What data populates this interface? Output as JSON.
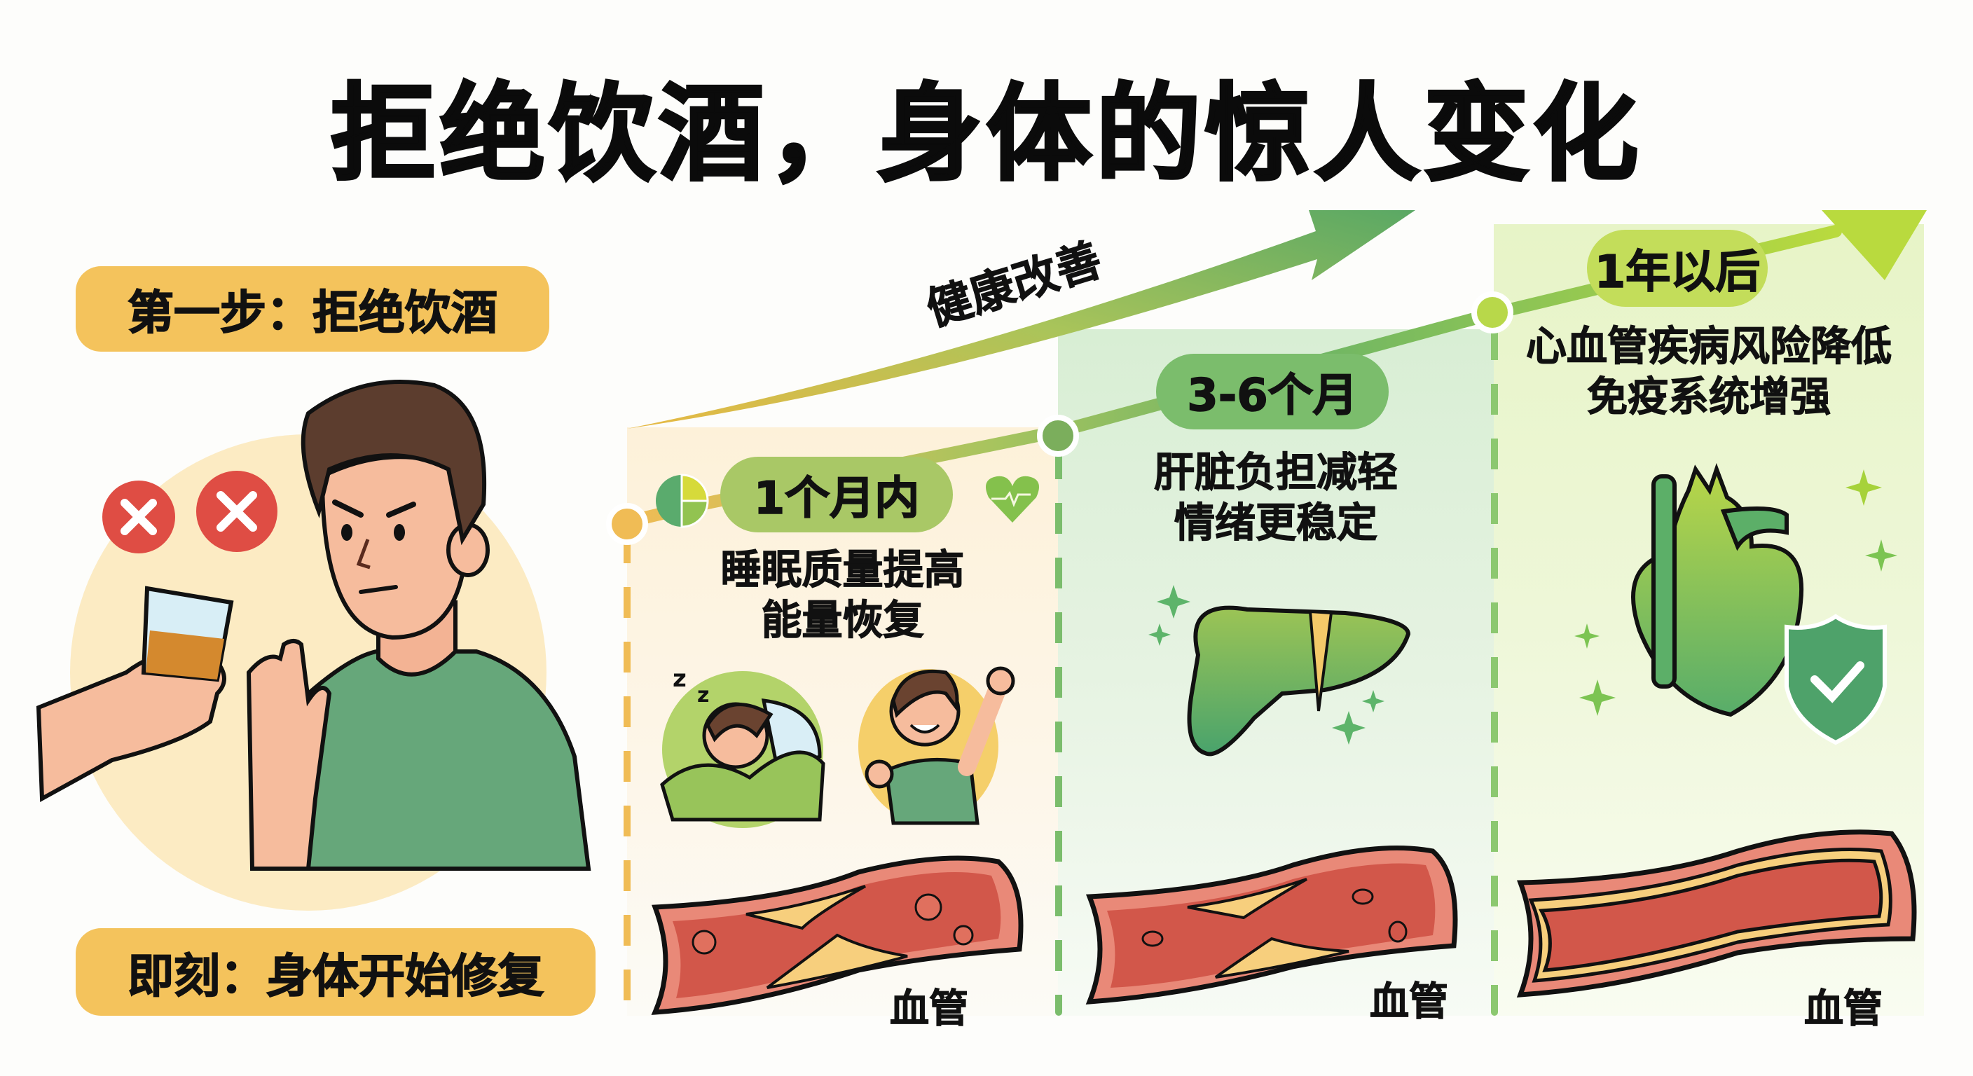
{
  "title": "拒绝饮酒，身体的惊人变化",
  "left": {
    "step_label": "第一步：拒绝饮酒",
    "now_label": "即刻：身体开始修复",
    "illustration": "man-refusing-drink"
  },
  "trend": {
    "label": "健康改善",
    "arrow_colors": [
      "#e6b845",
      "#a7c45a",
      "#5fae63"
    ]
  },
  "timeline": [
    {
      "period": "1个月内",
      "effects": [
        "睡眠质量提高",
        "能量恢复"
      ],
      "icons": [
        "pie-chart-icon",
        "heart-pulse-icon"
      ],
      "illustrations": [
        "sleeping-man",
        "energetic-man"
      ],
      "vessel_label": "血管",
      "accent": "#f0bc55",
      "tag_color": "#a9c866"
    },
    {
      "period": "3-6个月",
      "effects": [
        "肝脏负担减轻",
        "情绪更稳定"
      ],
      "illustrations": [
        "healthy-liver"
      ],
      "vessel_label": "血管",
      "accent": "#7bbd6c",
      "tag_color": "#7bbd6c"
    },
    {
      "period": "1年以后",
      "effects": [
        "心血管疾病风险降低",
        "免疫系统增强"
      ],
      "illustrations": [
        "healthy-heart",
        "shield-check"
      ],
      "vessel_label": "血管",
      "accent": "#b8d84a",
      "tag_color": "#c3dd5a"
    }
  ],
  "colors": {
    "tag_orange": "#f4c35c",
    "vessel_red": "#d2574a",
    "vessel_wall": "#e98978",
    "plaque": "#f7cf7d"
  }
}
